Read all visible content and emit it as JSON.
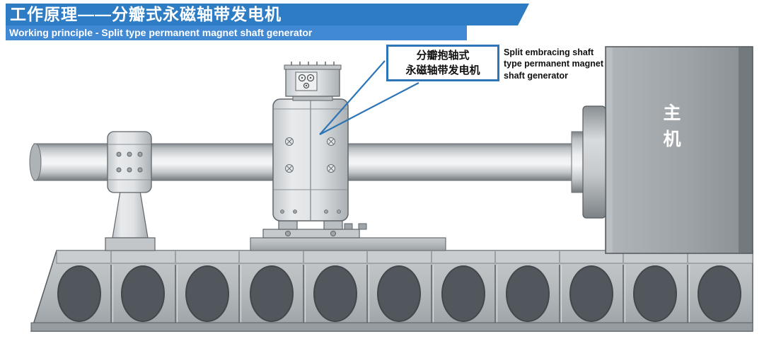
{
  "header": {
    "title": "工作原理——分瓣式永磁轴带发电机",
    "subtitle": "Working principle - Split type permanent magnet shaft generator"
  },
  "diagram": {
    "callout": {
      "line1": "分瓣抱轴式",
      "line2": "永磁轴带发电机"
    },
    "annotation": {
      "lines": [
        "Split embracing shaft",
        "type permanent magnet",
        "shaft generator"
      ]
    },
    "main_engine_label": "主机"
  },
  "colors": {
    "banner_blue": "#2e7cc4",
    "subtitle_blue": "#4189d2",
    "callout_border_blue": "#2e75b6",
    "machinery_gray": "#b4b9bc",
    "hole_gray": "#51575c"
  }
}
